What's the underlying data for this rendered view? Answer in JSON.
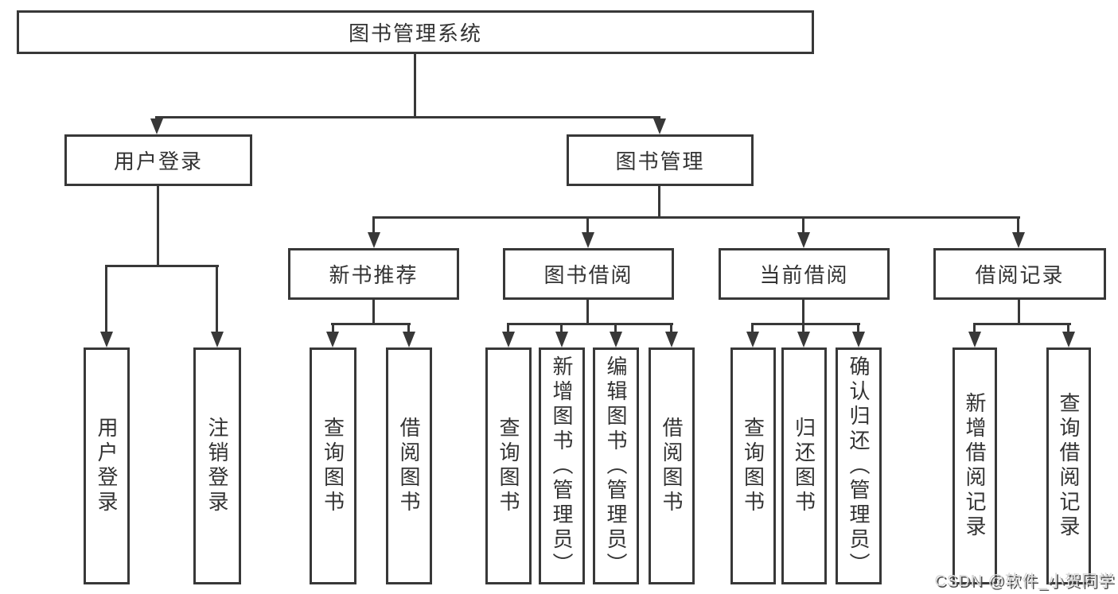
{
  "diagram": {
    "root": "图书管理系统",
    "level2": [
      "用户登录",
      "图书管理"
    ],
    "level3": [
      "新书推荐",
      "图书借阅",
      "当前借阅",
      "借阅记录"
    ],
    "leaves": {
      "user_login": [
        "用户登录",
        "注销登录"
      ],
      "new_book_recommend": [
        "查询图书",
        "借阅图书"
      ],
      "book_borrow": [
        "查询图书",
        "新增图书（管理员）",
        "编辑图书（管理员）",
        "借阅图书"
      ],
      "current_borrow": [
        "查询图书",
        "归还图书",
        "确认归还（管理员）"
      ],
      "borrow_records": [
        "新增借阅记录",
        "查询借阅记录"
      ]
    }
  },
  "watermark": "CSDN @软件_小贺同学",
  "colors": {
    "line": "#383838",
    "text": "#333333",
    "background": "#ffffff",
    "watermark_fill": "#d9d9d9",
    "watermark_shadow": "#4d4d4d"
  }
}
